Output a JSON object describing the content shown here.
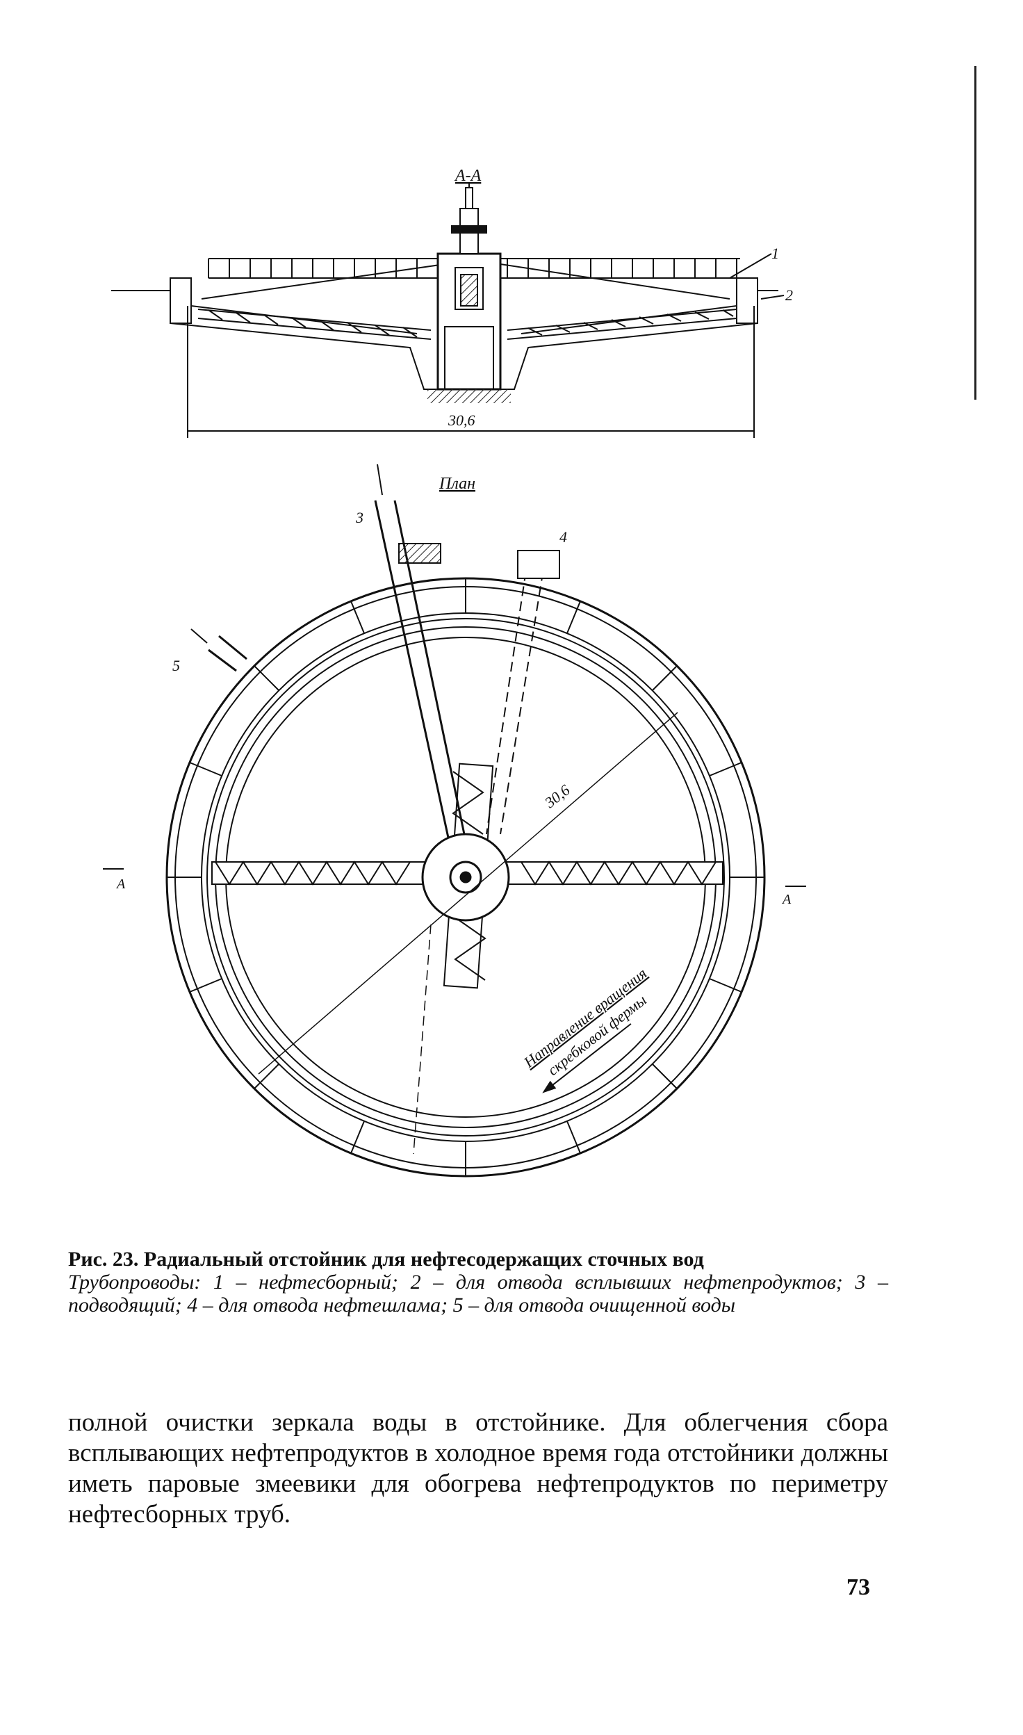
{
  "figure": {
    "section_label": "А-А",
    "plan_label": "План",
    "dimension_section": "30,6",
    "dimension_plan": "30,6",
    "callouts": [
      "1",
      "2",
      "3",
      "4",
      "5"
    ],
    "section_mark_left": "А",
    "section_mark_right": "А",
    "rotation_note_line1": "Направление вращения",
    "rotation_note_line2": "скребковой фермы"
  },
  "caption": {
    "title": "Рис. 23. Радиальный отстойник для нефтесодержащих сточных вод",
    "body": "Трубопроводы: 1 – нефтесборный; 2 – для отвода всплывших нефтепродуктов; 3 – подводящий; 4 – для отвода нефтешлама; 5 – для отвода очищенной воды"
  },
  "body_text": "полной очистки зеркала воды в отстойнике. Для облегчения сбора всплывающих нефтепродуктов в холодное время года отстойники должны иметь паровые змеевики для обогрева нефтепродуктов по периметру нефтесборных труб.",
  "page_number": "73"
}
